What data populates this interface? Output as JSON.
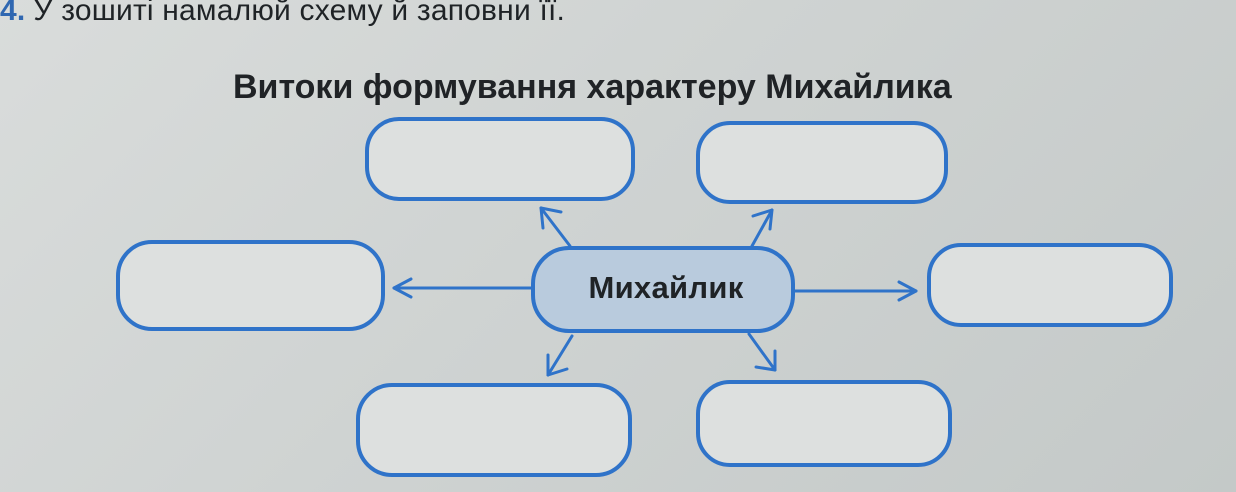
{
  "task": {
    "number": "4.",
    "instruction": "У зошиті намалюй схему й заповни її."
  },
  "diagram": {
    "title": "Витоки формування характеру Михайлика",
    "center_label": "Михайлик",
    "outer_boxes": [
      {
        "position": "top-left",
        "text": ""
      },
      {
        "position": "top-right",
        "text": ""
      },
      {
        "position": "left",
        "text": ""
      },
      {
        "position": "right",
        "text": ""
      },
      {
        "position": "bottom-left",
        "text": ""
      },
      {
        "position": "bottom-right",
        "text": ""
      }
    ]
  },
  "colors": {
    "stroke_blue": "#2f73c9",
    "center_fill": "#b9cbdd",
    "page_background": "#d3d6d5",
    "task_number": "#2f67b1"
  }
}
